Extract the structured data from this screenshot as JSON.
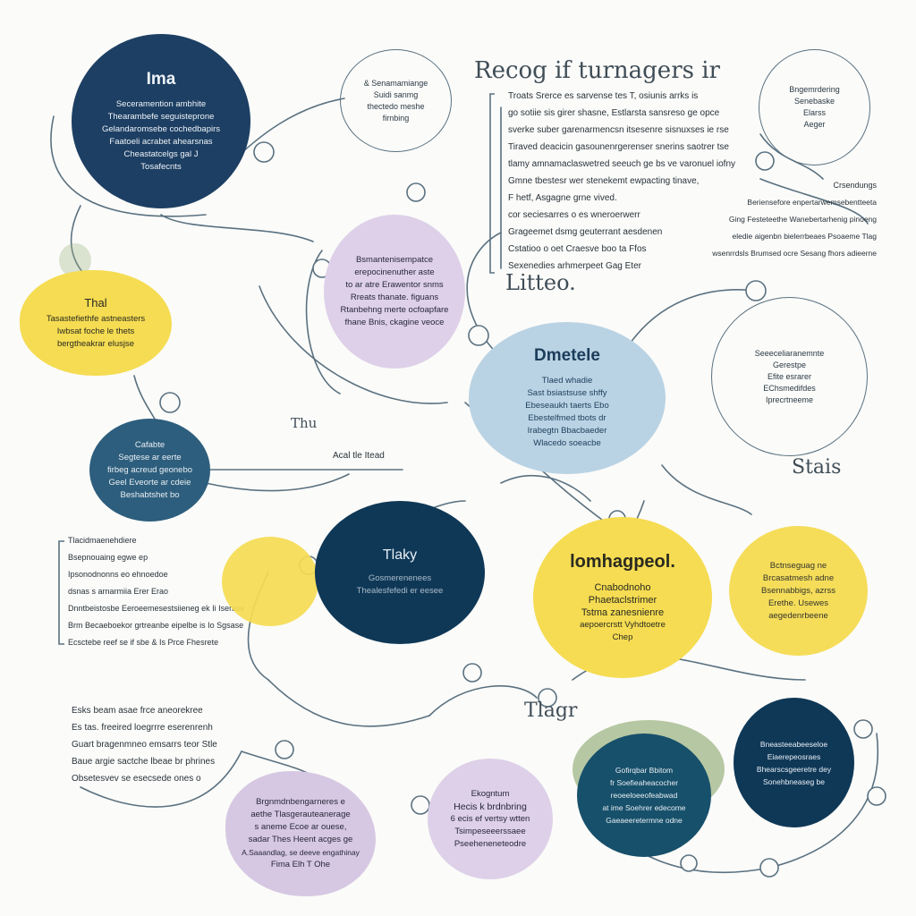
{
  "colors": {
    "navy": "#1d3f63",
    "deep_navy": "#0f3857",
    "teal_blue": "#2d5e7d",
    "yellow": "#f5dc52",
    "lilac": "#ddd0e8",
    "sky_blue": "#b9d3e4",
    "olive_green": "#9fb585",
    "line": "#5a7180"
  },
  "headings": {
    "top": "Recog if turnagers ir",
    "liteo": "Litteo.",
    "thu": "Thu",
    "stais": "Stais",
    "tlagr": "Tlagr"
  },
  "nodes": {
    "ima": {
      "title": "Ima",
      "lines": [
        "Seceramention ambhite",
        "Thearambefe seguisteprone",
        "Gelandaromsebe cochedbapirs",
        "Faatoeli acrabet ahearsnas",
        "Cheastatcelgs gal J",
        "Tosafecnts"
      ]
    },
    "top_ring": {
      "lines": [
        "& Senamamiange",
        "Suidi sanmg",
        "thectedo meshe",
        "firnbing"
      ]
    },
    "right_top_ring": {
      "lines": [
        "Bngemrdering",
        "Senebaske",
        "Elarss",
        "Aeger"
      ]
    },
    "yellow_left": {
      "title": "Thal",
      "lines": [
        "Tasastefiethfe astneasters",
        "Iwbsat foche le thets",
        "bergtheakrar elusjse"
      ]
    },
    "lilac_center": {
      "lines": [
        "Bsmantenisempatce",
        "erepocinenuther aste",
        "to ar atre Erawentor snms",
        "Rreats thanate. figuans",
        "Rtanbehng merte ocfoapfare",
        "fhane Bnis, ckagine veoce"
      ]
    },
    "blue_left": {
      "lines": [
        "Cafabte",
        "Segtese ar eerte",
        "firbeg acreud geonebo",
        "Geel Eveorte ar cdeie",
        "Beshabtshet bo"
      ]
    },
    "dmetele": {
      "title": "Dmetele",
      "lines": [
        "Tlaed whadie",
        "Sast bsiastsuse shffy",
        "Ebeseaukh taerts Ebo",
        "Ebestelfmed tbots dr",
        "Irabegtn Bbacbaeder",
        "Wlacedo soeacbe"
      ]
    },
    "right_ring": {
      "lines": [
        "Seeeceliaranemnte",
        "Gerestpe",
        "Efite esrarer",
        "EChsmedifdes",
        "Iprecrtneeme"
      ]
    },
    "tlaky": {
      "title": "Tlaky",
      "lines": [
        "Gosmerenenees",
        "Thealesfefedi er eesee"
      ]
    },
    "lomhagpeo": {
      "title": "lomhagpeol.",
      "lines": [
        "Cnabodnoho",
        "Phaetaclstrimer",
        "Tstma zanesnienre",
        "aepoercrstt Vyhdtoetre",
        "Chep"
      ]
    },
    "yellow_right": {
      "lines": [
        "Bctnseguag ne",
        "Brcasatmesh adne",
        "Bsennabbigs, azrss",
        "Erethe. Usewes",
        "aegedenrbeene"
      ]
    },
    "dark_bottom_right": {
      "lines": [
        "Bneasteeabeeseloe",
        "Eiaerepeosraes",
        "Bhearscsgeeretre dey",
        "Sonehbneaseg be"
      ]
    },
    "green_blob": {
      "lines": [
        "Gofirqbar Bbitom",
        "fr Soefieaheacocher",
        "reoeeloeeofeabwad",
        "at ime Soehrer edecome",
        "Gaeaeeretermne odne"
      ]
    },
    "lilac_bottom_center": {
      "lines": [
        "Ekogntum",
        "Hecis k brdnbring",
        "6 ecis ef vertsy wtten",
        "Tsimpeseeerssaee",
        "Pseeheneneteodre"
      ]
    },
    "lilac_bottom_left": {
      "lines": [
        "Brgnmdnbengarneres e",
        "aethe Tlasgerauteanerage",
        "s aneme Ecoe ar ouese,",
        "sadar Thes Heent acges ge",
        "A.Saaandlag, se deeve engathinay",
        "Fima Elh T Ohe"
      ]
    },
    "yellow_mid": {
      "lines": []
    },
    "olive_top_left": {
      "lines": []
    }
  },
  "text_blocks": {
    "top_paragraph": [
      "Troats Srerce es sarvense tes T, osiunis arrks is",
      "go sotiie sis girer shasne, Estlarsta sansreso ge opce",
      "sverke suber garenarmencsn itsesenre sisnuxses ie rse",
      "Tiraved deacicin gasounenrgerenser snerins saotrer tse",
      "tlamy amnamaclaswetred seeuch ge bs ve varonuel iofny",
      "Gmne tbestesr wer stenekemt ewpacting tinave,",
      "F hetf, Asgagne grne vived.",
      "cor seciesarres o es wneroerwerr",
      "Grageemet dsmg geuterrant aesdenen",
      "Cstatioo o oet Craesve boo ta Ffos",
      "Sexenedies arhmerpeet Gag Eter"
    ],
    "top_right_para": [
      "Crsendungs",
      "Beriensefore enpertarwemsebentteeta",
      "Ging Festeteethe Wanebertarhenig pinoeng",
      "eledie aigenbn bielerrbeaes Psoaeme Tlag",
      "wsenrrdsls Brumsed ocre Sesang fhors adieerne"
    ],
    "left_mid_para": [
      "Tlacidmaenehdiere",
      "Bsepnouaing egwe ep",
      "Ipsonodnonns eo ehnoedoe",
      "dsnas s arnarmiia Erer Erao",
      "Dnntbeistosbe Eeroeemesestsiieneg ek Ii Iserase",
      "Brm Becaeboekor grtreanbe eipelbe is Io Sgsase",
      "Ecsctebe reef se if sbe & Is Prce Fhesrete"
    ],
    "left_bottom_para": [
      "Esks beam asae frce aneorekree",
      "Es tas. freeired loegrrre eserenrenh",
      "Guart bragenmneo emsarrs teor Stle",
      "Baue argie sactche lbeae br phrines",
      "Obsetesvev se esecsede ones o"
    ],
    "thu_annotation": "Acal tle Itead"
  }
}
